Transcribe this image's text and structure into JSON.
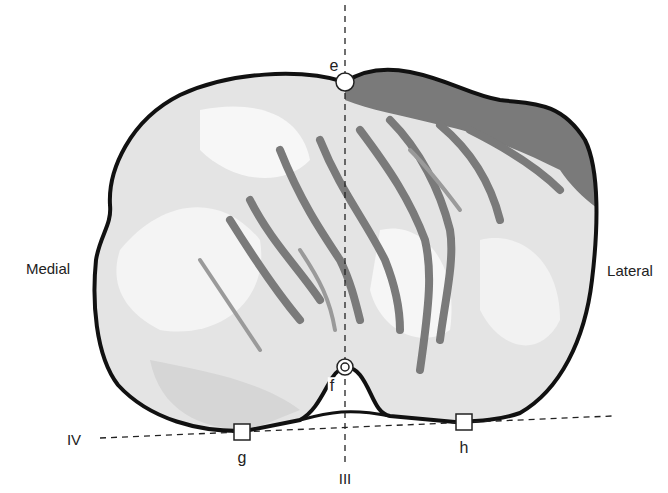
{
  "diagram": {
    "labels": [
      "e",
      "Medial",
      "Lateral",
      "f",
      "IV",
      "g",
      "III",
      "h"
    ]
  }
}
